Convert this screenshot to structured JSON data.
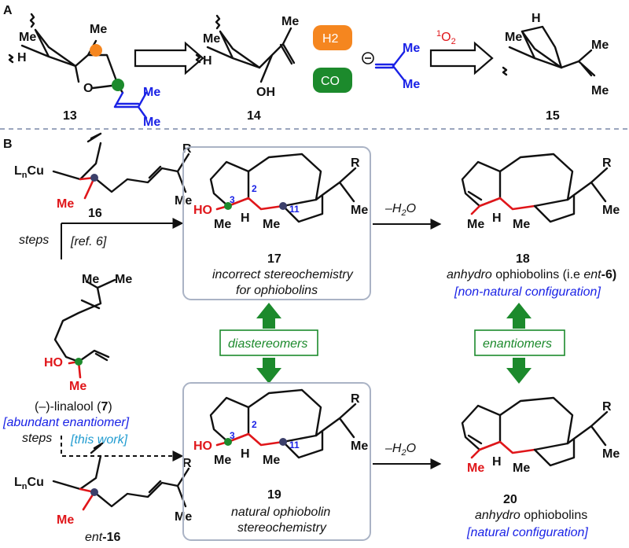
{
  "panels": {
    "a": "A",
    "b": "B"
  },
  "section_a": {
    "cmpd13": "13",
    "cmpd14": "14",
    "cmpd15": "15",
    "h2_label": "H2",
    "co_label": "CO",
    "singlet_o2": "1O2",
    "me": "Me",
    "h": "H",
    "o": "O",
    "oh": "OH"
  },
  "section_b": {
    "cmpd16": "16",
    "cmpd17": "17",
    "cmpd18": "18",
    "cmpd19": "19",
    "cmpd20": "20",
    "ent16": "ent-16",
    "lncu": "LnCu",
    "r": "R",
    "me": "Me",
    "h": "H",
    "ho": "HO",
    "steps": "steps",
    "ref6": "[ref. 6]",
    "this_work": "[this work]",
    "minus_h2o": "–H2O",
    "c17_line1": "incorrect stereochemistry",
    "c17_line2": "for ophiobolins",
    "c18_line1_a": "anhydro",
    "c18_line1_b": "ophiobolins (i.e",
    "c18_line1_c": "ent",
    "c18_line1_d": "-6)",
    "c18_line2": "[non-natural configuration]",
    "c19_line1": "natural ophiobolin",
    "c19_line2": "stereochemistry",
    "c20_line1_a": "anhydro",
    "c20_line1_b": "ophiobolins",
    "c20_line2": "[natural configuration]",
    "linalool_a": "(–)-linalool (",
    "linalool_b": "7",
    "linalool_c": ")",
    "abundant": "[abundant enantiomer]",
    "diastereomers": "diastereomers",
    "enantiomers": "enantiomers",
    "c2": "2",
    "c3": "3",
    "c11": "11"
  },
  "colors": {
    "blue": "#1a22e6",
    "red": "#e0161a",
    "green": "#1c8a2c",
    "orange": "#f5861f",
    "box_border": "#aab3c5"
  }
}
